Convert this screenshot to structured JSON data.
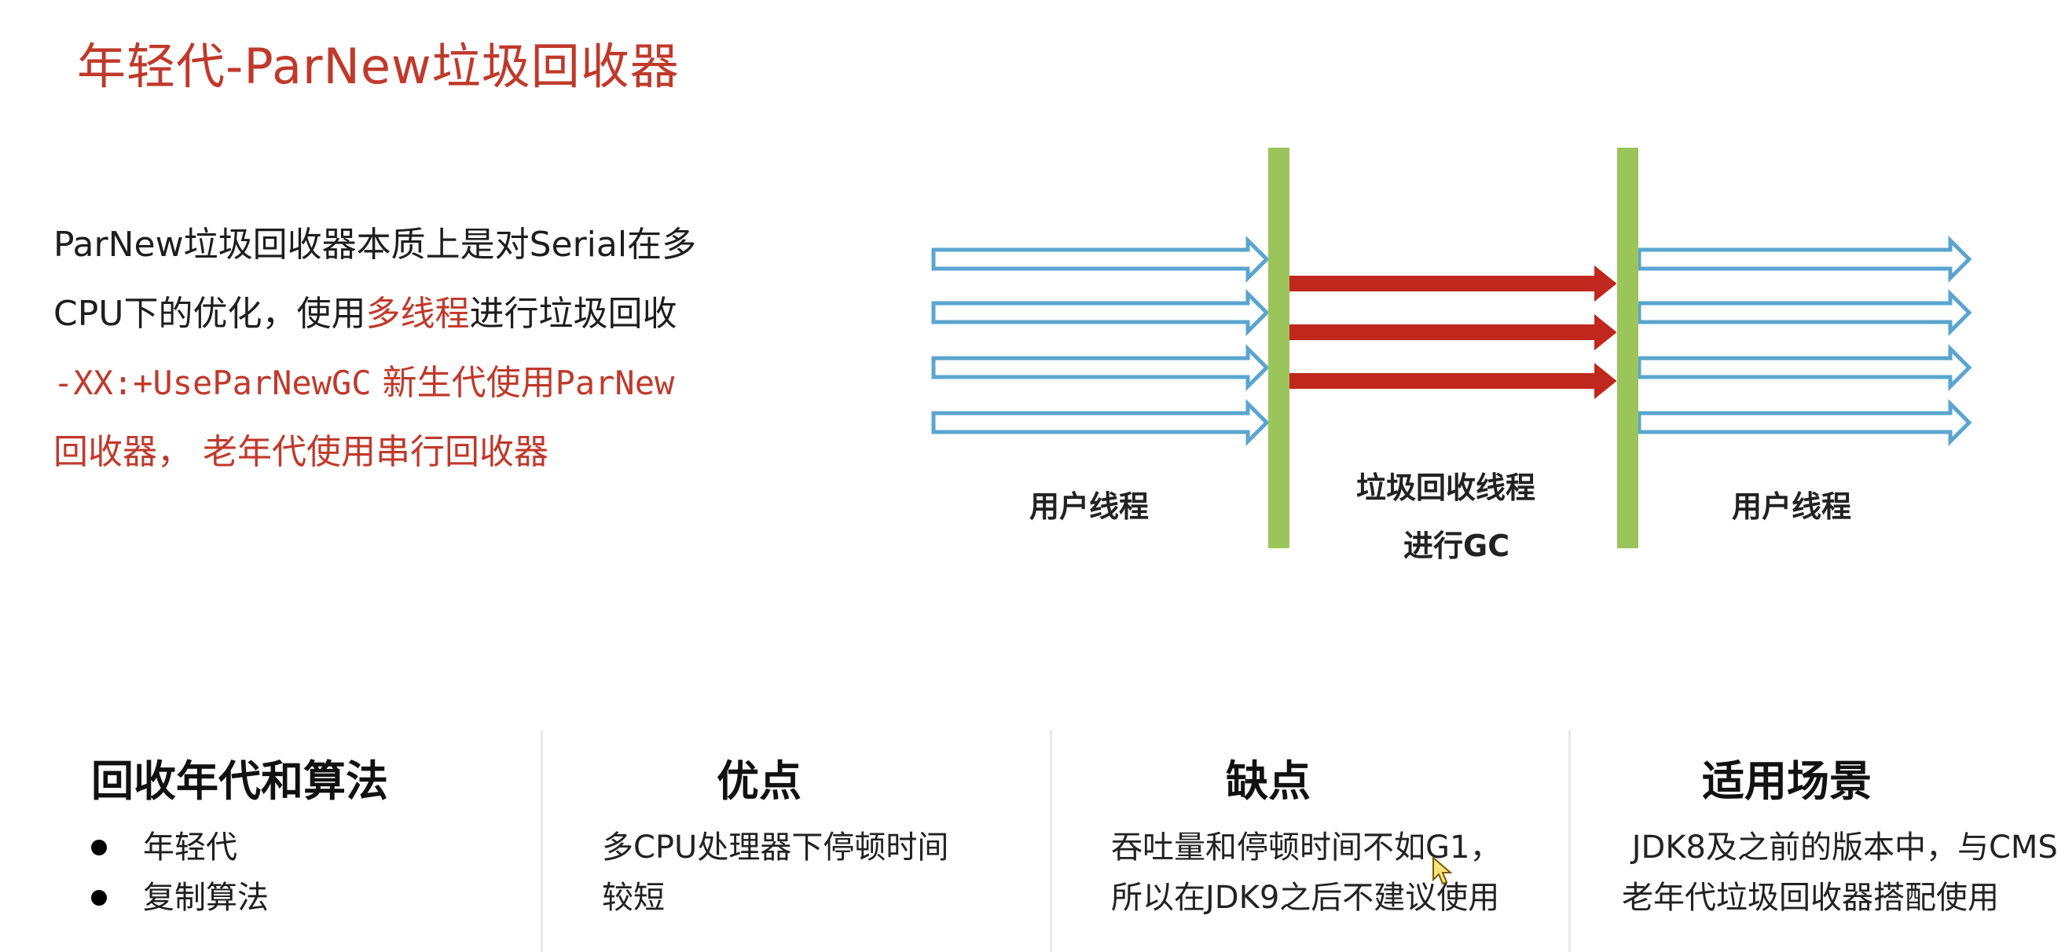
{
  "title": "年轻代-ParNew垃圾回收器",
  "description": {
    "line1": "ParNew垃圾回收器本质上是对Serial在多",
    "line2_pre": "CPU下的优化，使用",
    "line2_hl": "多线程",
    "line2_post": "进行垃圾回收",
    "line3_code": "-XX:+UseParNewGC",
    "line3_text": " 新生代使用",
    "line3_code2": "ParNew",
    "line4": "回收器，  老年代使用串行回收器"
  },
  "diagram": {
    "left_label": "用户线程",
    "middle_label_1": "垃圾回收线程",
    "middle_label_2": "进行GC",
    "right_label": "用户线程",
    "colors": {
      "user_arrow": "#5aa5cf",
      "gc_arrow": "#c0271d",
      "barrier": "#9bc55a"
    }
  },
  "columns": {
    "algo": {
      "title": "回收年代和算法",
      "bullets": [
        "年轻代",
        "复制算法"
      ]
    },
    "pros": {
      "title": "优点",
      "lines": [
        "多CPU处理器下停顿时间",
        "较短"
      ]
    },
    "cons": {
      "title": "缺点",
      "lines": [
        "吞吐量和停顿时间不如G1，",
        "所以在JDK9之后不建议使用"
      ]
    },
    "usage": {
      "title": "适用场景",
      "lines": [
        " JDK8及之前的版本中，与CMS",
        "老年代垃圾回收器搭配使用"
      ]
    }
  }
}
